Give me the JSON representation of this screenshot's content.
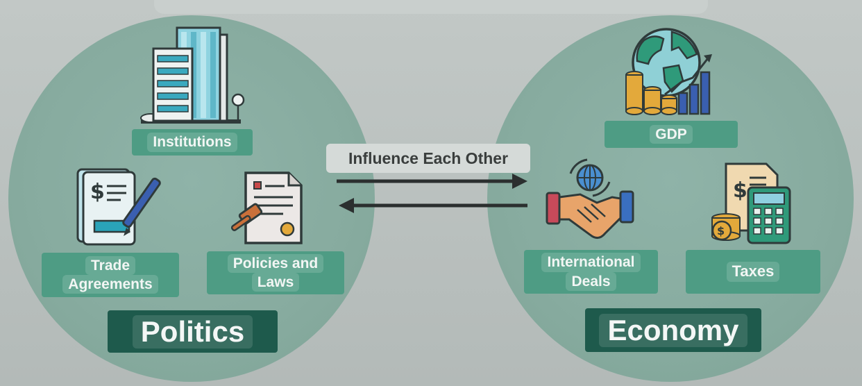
{
  "politics": {
    "title": "Politics",
    "items": [
      {
        "label": "Institutions",
        "icon": "building-icon"
      },
      {
        "label_lines": [
          "Trade",
          "Agreements"
        ],
        "icon": "contract-icon"
      },
      {
        "label_lines": [
          "Policies and",
          "Laws"
        ],
        "icon": "gavel-document-icon"
      }
    ]
  },
  "economy": {
    "title": "Economy",
    "items": [
      {
        "label": "GDP",
        "icon": "globe-growth-chart-icon"
      },
      {
        "label_lines": [
          "International",
          "Deals"
        ],
        "icon": "handshake-globe-icon"
      },
      {
        "label": "Taxes",
        "icon": "calculator-coins-icon"
      }
    ]
  },
  "relation": {
    "label": "Influence Each Other"
  },
  "colors": {
    "item_box": "#4e9c84",
    "title_box": "#1e5a4c",
    "circle": "#87ab9f",
    "background": "#b7bdbb"
  }
}
